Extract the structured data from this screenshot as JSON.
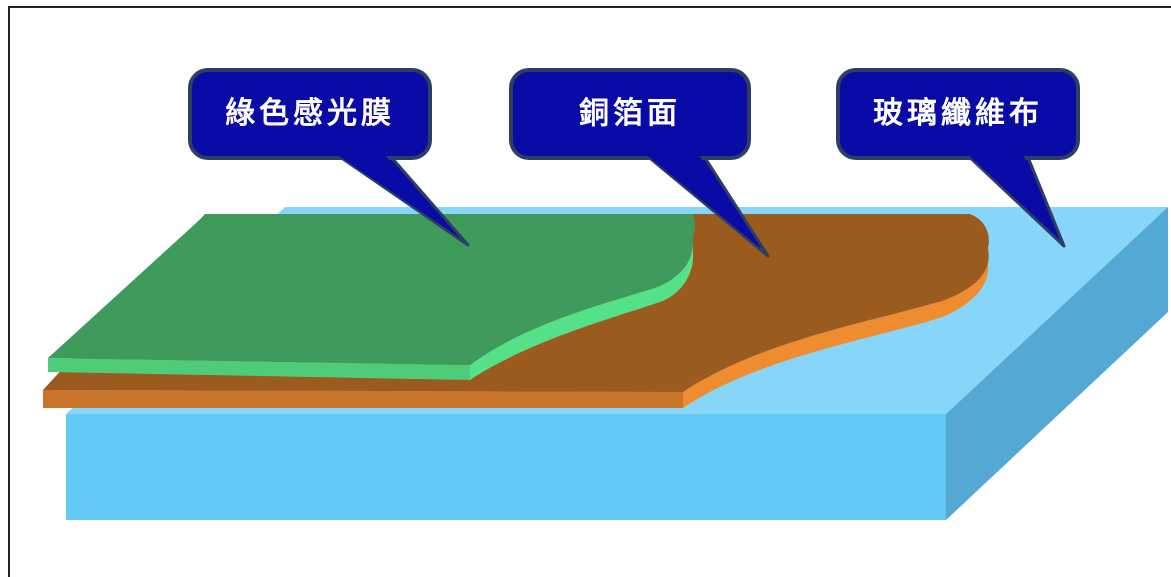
{
  "callouts": {
    "green_film": "綠色感光膜",
    "copper_foil": "銅箔面",
    "glass_fiber": "玻璃纖維布"
  },
  "colors": {
    "green_top": "#3f9b5c",
    "green_edge": "#55e08a",
    "copper_top": "#9b5a1e",
    "copper_edge": "#ef8c30",
    "copper_front": "#c8742a",
    "fiber_top": "#87d6f9",
    "fiber_front": "#62c9f7",
    "fiber_side": "#54a8d4",
    "callout_fill": "#0a0aa6",
    "callout_border": "#2c3f63"
  }
}
